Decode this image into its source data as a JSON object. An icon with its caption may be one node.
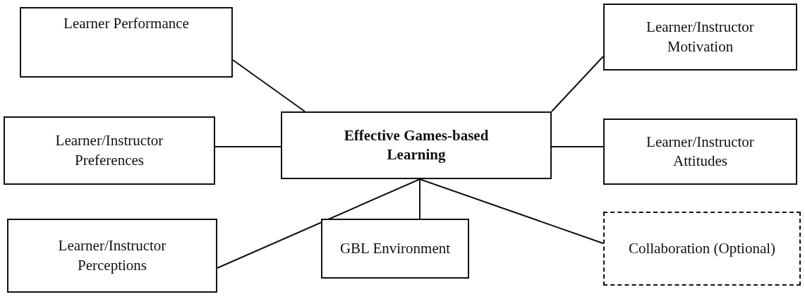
{
  "diagram": {
    "nodes": [
      {
        "text": [
          "Effective Games-based Learning"
        ]
      },
      {
        "text": [
          "Learner Performance"
        ]
      },
      {
        "text": [
          "Learner/Instructor Motivation"
        ]
      },
      {
        "text": [
          "Learner/Instructor Preferences"
        ]
      },
      {
        "text": [
          "Learner/Instructor Attitudes"
        ]
      },
      {
        "text": [
          "Learner/Instructor Perceptions"
        ]
      },
      {
        "text": [
          "GBL Environment"
        ]
      },
      {
        "text": [
          "Collaboration (Optional)"
        ]
      }
    ],
    "edges": [
      {
        "from": 1,
        "to": 0,
        "arrow": "none"
      },
      {
        "from": 2,
        "to": 0,
        "arrow": "none"
      },
      {
        "from": 3,
        "to": 0,
        "arrow": "none"
      },
      {
        "from": 4,
        "to": 0,
        "arrow": "none"
      },
      {
        "from": 5,
        "to": 0,
        "arrow": "none"
      },
      {
        "from": 6,
        "to": 0,
        "arrow": "none"
      },
      {
        "from": 7,
        "to": 0,
        "arrow": "none"
      }
    ]
  }
}
